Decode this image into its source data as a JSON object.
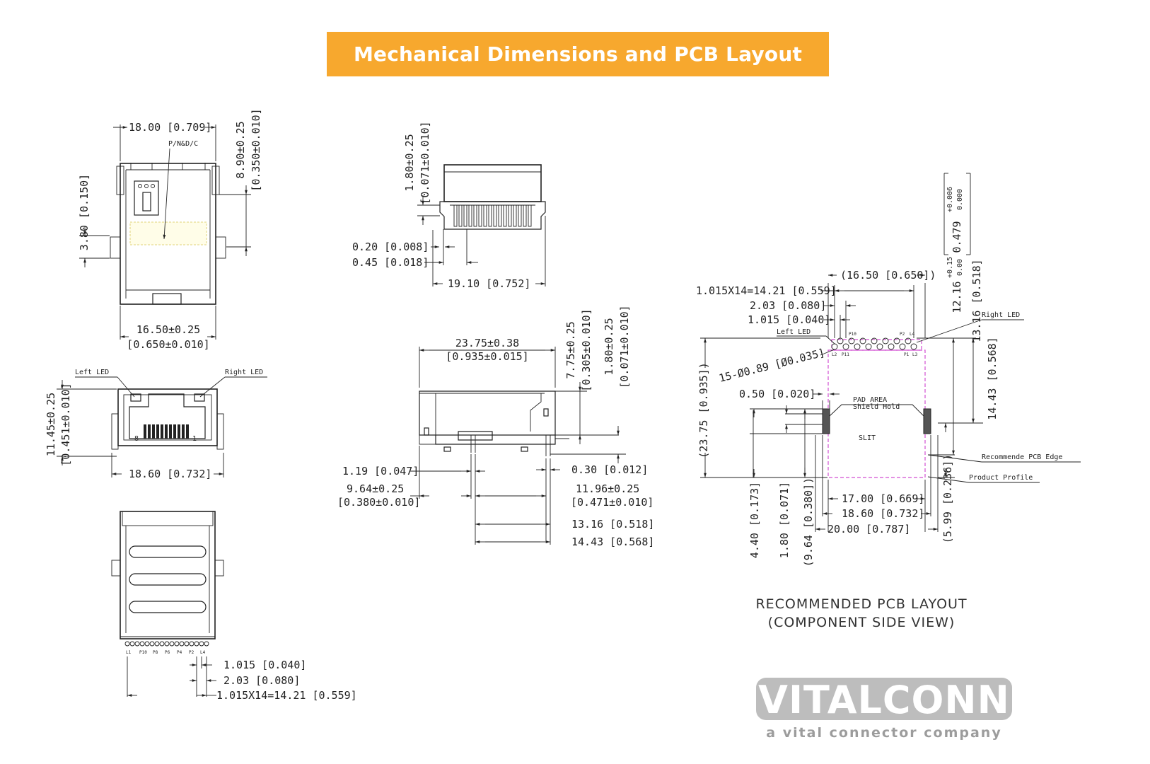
{
  "title": "Mechanical Dimensions and PCB Layout",
  "top_view": {
    "width": "18.00 [0.709]",
    "part_label": "P/N&D/C",
    "left_height": "3.80 [0.150]",
    "right_height_a": "8.90±0.25",
    "right_height_b": "[0.350±0.010]",
    "bottom_a": "16.50±0.25",
    "bottom_b": "[0.650±0.010]"
  },
  "front_view": {
    "left_led": "Left LED",
    "right_led": "Right LED",
    "pin_8": "8",
    "pin_1": "1",
    "height_a": "11.45±0.25",
    "height_b": "[0.451±0.010]",
    "width": "18.60 [0.732]"
  },
  "bottom_view": {
    "pin_labels": [
      "L1",
      "P10",
      "P8",
      "P6",
      "P4",
      "P2",
      "L4"
    ],
    "pitch": "1.015 [0.040]",
    "double_pitch": "2.03 [0.080]",
    "total": "1.015X14=14.21 [0.559]"
  },
  "rear_view": {
    "height_a": "1.80±0.25",
    "height_b": "[0.071±0.010]",
    "pin_width": "0.20 [0.008]",
    "pin_depth": "0.45 [0.018]",
    "width": "19.10 [0.752]"
  },
  "side_view": {
    "length_a": "23.75±0.38",
    "length_b": "[0.935±0.015]",
    "h1_a": "7.75±0.25",
    "h1_b": "[0.305±0.010]",
    "h2_a": "1.80±0.25",
    "h2_b": "[0.071±0.010]",
    "d1": "1.19 [0.047]",
    "d2_a": "9.64±0.25",
    "d2_b": "[0.380±0.010]",
    "d3": "0.30 [0.012]",
    "d4_a": "11.96±0.25",
    "d4_b": "[0.471±0.010]",
    "d5": "13.16 [0.518]",
    "d6": "14.43 [0.568]"
  },
  "pcb_layout": {
    "top_width": "(16.50 [0.650])",
    "pitch_total": "1.015X14=14.21 [0.559]",
    "double_pitch": "2.03 [0.080]",
    "pitch": "1.015 [0.040]",
    "left_led": "Left LED",
    "right_led": "Right LED",
    "hole_spec": "15-Ø0.89 [Ø0.035]",
    "pad_width": "0.50 [0.020]",
    "pad_area": "PAD AREA",
    "shield_hold": "Shield Hold",
    "slit": "SLIT",
    "pcb_edge": "Recommende PCB Edge",
    "product_profile": "Product Profile",
    "w1": "17.00 [0.669]",
    "w2": "18.60 [0.732]",
    "w3": "20.00 [0.787]",
    "v_left": "(23.75 [0.935])",
    "v1": "4.40 [0.173]",
    "v2": "1.80 [0.071]",
    "v3": "(9.64 [0.380])",
    "r_tol_main": "12.16",
    "r_tol_plus": "+0.15",
    "r_tol_minus": "0.00",
    "r_inch_main": "0.479",
    "r_inch_plus": "+0.006",
    "r_inch_minus": "0.000",
    "r1": "13.16 [0.518]",
    "r2": "14.43 [0.568]",
    "r3": "(5.99 [0.236])",
    "pin_tl": "L2",
    "pin_tl2": "P11",
    "pin_t1": "P10",
    "pin_tr": "P2",
    "pin_tr2": "L4",
    "pin_br": "P1",
    "pin_br2": "L3",
    "caption_1": "RECOMMENDED PCB LAYOUT",
    "caption_2": "(COMPONENT SIDE VIEW)"
  },
  "brand": {
    "logo": "VITALCONN",
    "tagline": "a vital connector company"
  },
  "colors": {
    "banner": "#f7a82e",
    "lines": "#222222",
    "pcb_outline": "#d24fd2",
    "logo_bg": "#bdbdbd"
  }
}
